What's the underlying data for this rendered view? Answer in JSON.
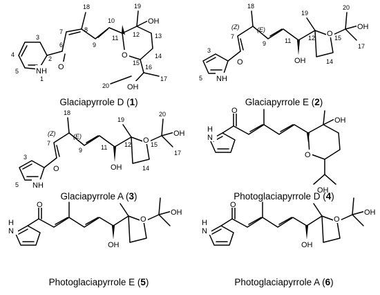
{
  "figure": {
    "compounds": [
      {
        "name": "Glaciapyrrole D",
        "id": "1",
        "atoms": {
          "o": "O",
          "oh_top": "OH",
          "o_ring": "O",
          "oh_bottom": "OH",
          "nh": "NH"
        },
        "numbers": {
          "n1": "1",
          "n2": "2",
          "n3": "3",
          "n4": "4",
          "n5": "5",
          "n6": "6",
          "n7": "7",
          "n8": "8",
          "n9": "9",
          "n10": "10",
          "n11": "11",
          "n12": "12",
          "n13": "13",
          "n14": "14",
          "n15": "15",
          "n16": "16",
          "n17": "17",
          "n18": "18",
          "n19": "19",
          "n20": "20"
        }
      },
      {
        "name": "Glaciapyrrole E",
        "id": "2",
        "atoms": {
          "o": "O",
          "o_ring": "O",
          "oh_right": "OH",
          "oh_bottom": "OH",
          "nh": "NH"
        },
        "numbers": {
          "n3": "3",
          "n5": "5",
          "n7": "7",
          "n9": "9",
          "n11": "11",
          "n12": "12",
          "n14": "14",
          "n15": "15",
          "n17": "17",
          "n18": "18",
          "n19": "19",
          "n20": "20"
        },
        "stereo": {
          "z": "(Z)",
          "e": "(E)"
        }
      },
      {
        "name": "Glaciapyrrole A",
        "id": "3",
        "atoms": {
          "o": "O",
          "o_ring": "O",
          "oh_right": "OH",
          "oh_bottom": "OH",
          "nh": "NH"
        },
        "numbers": {
          "n3": "3",
          "n5": "5",
          "n7": "7",
          "n9": "9",
          "n11": "11",
          "n12": "12",
          "n14": "14",
          "n15": "15",
          "n17": "17",
          "n18": "18",
          "n19": "19",
          "n20": "20"
        },
        "stereo": {
          "z": "(Z)",
          "e": "(E)"
        }
      },
      {
        "name": "Photoglaciapyrrole D",
        "id": "4",
        "atoms": {
          "o": "O",
          "oh_top": "OH",
          "o_ring": "O",
          "oh_bottom": "OH",
          "hn": "H",
          "n": "N"
        }
      },
      {
        "name": "Photoglaciapyrrole E",
        "id": "5",
        "atoms": {
          "o": "O",
          "o_ring": "O",
          "oh_right": "OH",
          "oh_bottom": "OH",
          "hn": "H",
          "n": "N"
        }
      },
      {
        "name": "Photoglaciapyrrole A",
        "id": "6",
        "atoms": {
          "o": "O",
          "o_ring": "O",
          "oh_right": "OH",
          "oh_bottom": "OH",
          "hn": "H",
          "n": "N"
        }
      }
    ]
  }
}
